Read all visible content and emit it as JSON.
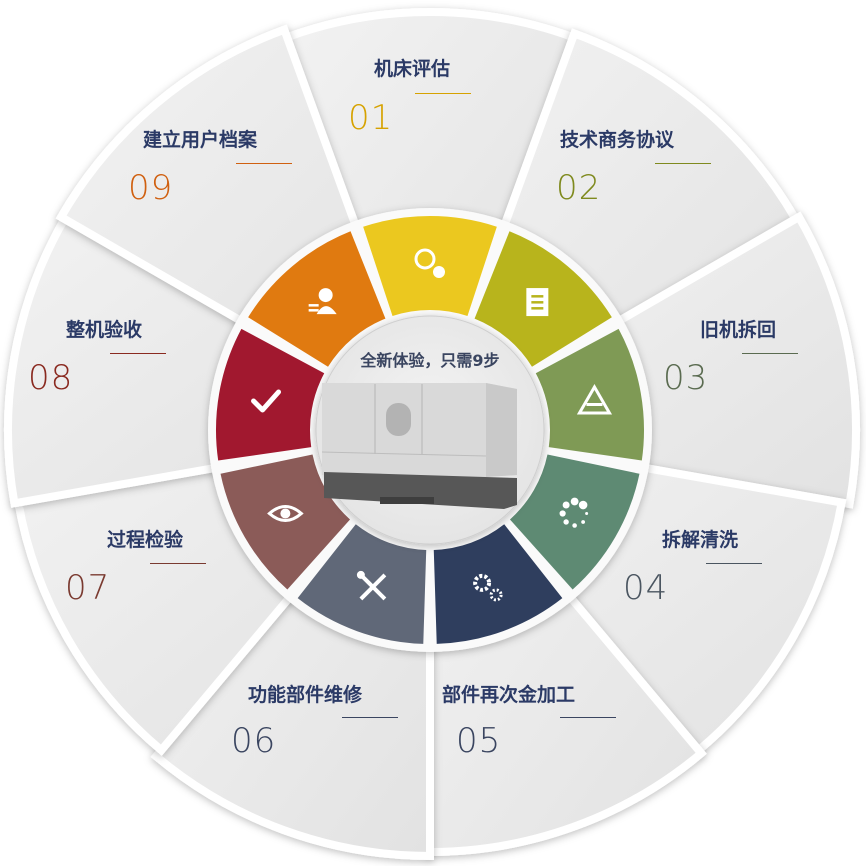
{
  "center": {
    "title": "全新体验，只需9步"
  },
  "steps": [
    {
      "num": "01",
      "title": "机床评估",
      "color": "#ebc81f",
      "num_color": "#d6a200",
      "icon": "magnifier-circles-icon"
    },
    {
      "num": "02",
      "title": "技术商务协议",
      "color": "#b8b41c",
      "num_color": "#7f8a1e",
      "icon": "document-icon"
    },
    {
      "num": "03",
      "title": "旧机拆回",
      "color": "#7f9a55",
      "num_color": "#5a6b50",
      "icon": "pyramid-icon"
    },
    {
      "num": "04",
      "title": "拆解清洗",
      "color": "#5e8a73",
      "num_color": "#4a5560",
      "icon": "loading-dots-icon"
    },
    {
      "num": "05",
      "title": "部件再次金加工",
      "color": "#2f3e5e",
      "num_color": "#3a4560",
      "icon": "gears-icon"
    },
    {
      "num": "06",
      "title": "功能部件维修",
      "color": "#606878",
      "num_color": "#3a4560",
      "icon": "tools-icon"
    },
    {
      "num": "07",
      "title": "过程检验",
      "color": "#8b5b58",
      "num_color": "#7a3a30",
      "icon": "eye-icon"
    },
    {
      "num": "08",
      "title": "整机验收",
      "color": "#a1182f",
      "num_color": "#8a2a20",
      "icon": "checkmark-icon"
    },
    {
      "num": "09",
      "title": "建立用户档案",
      "color": "#e07a10",
      "num_color": "#d06010",
      "icon": "user-profile-icon"
    }
  ]
}
